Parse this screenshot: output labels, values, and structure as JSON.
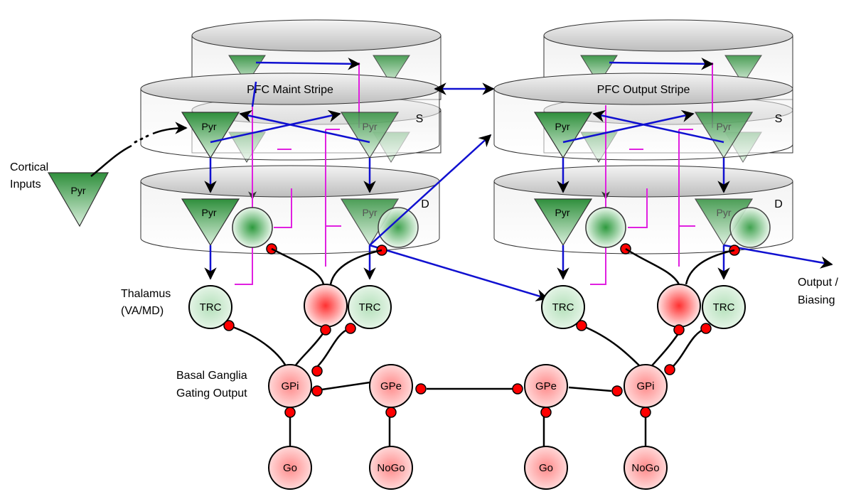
{
  "labels": {
    "cortical_inputs": [
      "Cortical",
      "Inputs"
    ],
    "thalamus": [
      "Thalamus",
      "(VA/MD)"
    ],
    "basal_ganglia": [
      "Basal Ganglia",
      "Gating Output"
    ],
    "output": [
      "Output /",
      "Biasing"
    ]
  },
  "stripes": {
    "maint": {
      "title": "PFC Maint Stripe",
      "s": "S",
      "d": "D"
    },
    "output": {
      "title": "PFC Output Stripe",
      "s": "S",
      "d": "D"
    }
  },
  "nodes": {
    "pyr": "Pyr",
    "trc": "TRC",
    "gpi": "GPi",
    "gpe": "GPe",
    "go": "Go",
    "nogo": "NoGo"
  },
  "colors": {
    "excitatory_blue": "#1010d0",
    "modulatory_magenta": "#e020e0",
    "inhibitory_red": "#ff0000",
    "pyramidal_green": "#2e8b3a",
    "basal_red": "#ff8080"
  }
}
